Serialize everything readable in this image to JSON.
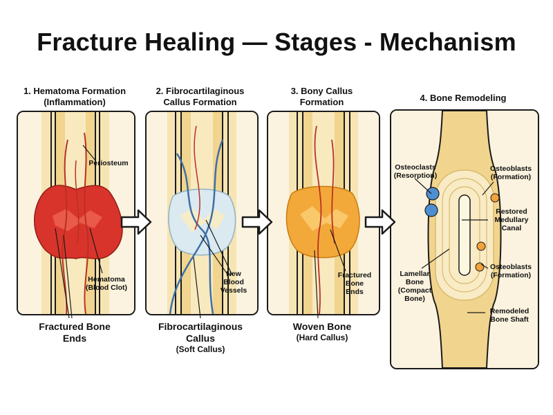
{
  "title": "Fracture Healing — Stages - Mechanism",
  "stages": [
    {
      "title_line1": "1. Hematoma Formation",
      "title_line2": "(Inflammation)",
      "labels": {
        "periosteum": "Periosteum",
        "hematoma_line1": "Hematoma",
        "hematoma_line2": "(Blood Clot)"
      },
      "caption_line1": "Fractured Bone",
      "caption_line2": "Ends",
      "fill_color": "#d9342b"
    },
    {
      "title_line1": "2. Fibrocartilaginous",
      "title_line2": "Callus Formation",
      "labels": {
        "vessels_line1": "New",
        "vessels_line2": "Blood",
        "vessels_line3": "Vessels"
      },
      "caption_line1": "Fibrocartilaginous",
      "caption_line2": "Callus",
      "caption_line3": "(Soft Callus)",
      "fill_color": "#dbe9f0"
    },
    {
      "title_line1": "3. Bony Callus",
      "title_line2": "Formation",
      "labels": {
        "ends_line1": "Fractured",
        "ends_line2": "Bone",
        "ends_line3": "Ends"
      },
      "caption_line1": "Woven Bone",
      "caption_line2": "(Hard Callus)",
      "fill_color": "#f3a93a"
    },
    {
      "title_line1": "4. Bone Remodeling",
      "labels": {
        "osteoclasts_line1": "Osteoclasts",
        "osteoclasts_line2": "(Resorption)",
        "osteoblasts_top_line1": "Osteoblasts",
        "osteoblasts_top_line2": "(Formation)",
        "canal_line1": "Restored",
        "canal_line2": "Medullary",
        "canal_line3": "Canal",
        "osteoblasts_bottom_line1": "Osteoblasts",
        "osteoblasts_bottom_line2": "(Formation)",
        "lamellar_line1": "Lamellar",
        "lamellar_line2": "Bone",
        "lamellar_line3": "(Compact",
        "lamellar_line4": "Bone)",
        "shaft_line1": "Remodeled",
        "shaft_line2": "Bone Shaft"
      },
      "fill_color": "#f3e3b6"
    }
  ],
  "colors": {
    "bone": "#f1d48e",
    "marrow": "#f7e6b4",
    "outline": "#1a1a1a",
    "vessel": "#c0392b",
    "new_vessel": "#3c6fa8",
    "osteoclast": "#4e8fd1",
    "osteoblast": "#f2a23a"
  }
}
